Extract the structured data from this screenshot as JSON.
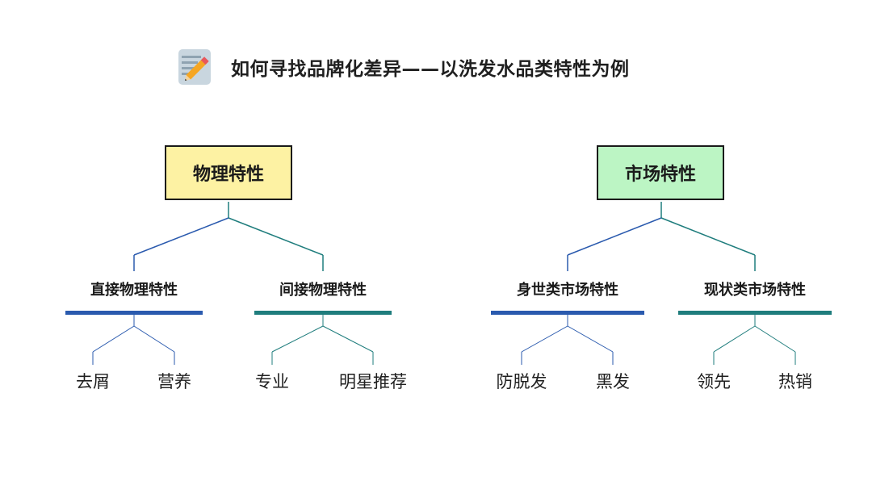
{
  "title": "如何寻找品牌化差异——以洗发水品类特性为例",
  "icon": "memo-pencil-icon",
  "colors": {
    "physical_root_fill": "#fdf2a3",
    "market_root_fill": "#bcf5c4",
    "blue_branch": "#2a5aae",
    "teal_branch": "#1f7d7d",
    "outline": "#1a1a1a"
  },
  "roots": [
    {
      "label": "物理特性",
      "branches": [
        {
          "label": "直接物理特性",
          "color": "blue",
          "leaves": [
            "去屑",
            "营养"
          ]
        },
        {
          "label": "间接物理特性",
          "color": "teal",
          "leaves": [
            "专业",
            "明星推荐"
          ]
        }
      ]
    },
    {
      "label": "市场特性",
      "branches": [
        {
          "label": "身世类市场特性",
          "color": "blue",
          "leaves": [
            "防脱发",
            "黑发"
          ]
        },
        {
          "label": "现状类市场特性",
          "color": "teal",
          "leaves": [
            "领先",
            "热销"
          ]
        }
      ]
    }
  ]
}
